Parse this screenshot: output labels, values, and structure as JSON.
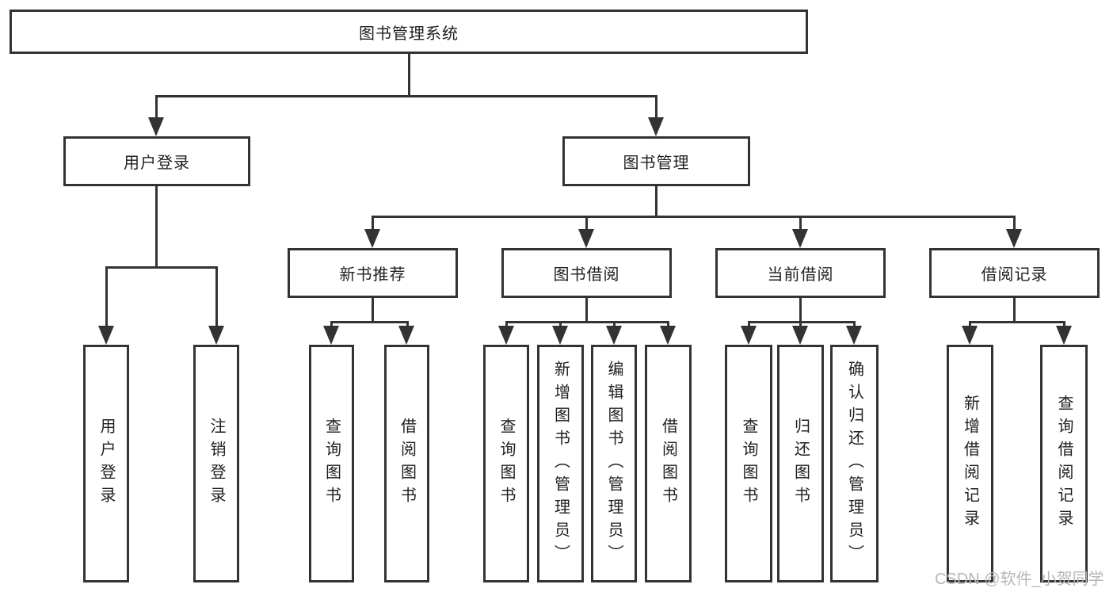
{
  "diagram": {
    "title": "图书管理系统",
    "branches": [
      {
        "label": "用户登录",
        "children": [
          {
            "label": "用户登录"
          },
          {
            "label": "注销登录"
          }
        ]
      },
      {
        "label": "图书管理",
        "children": [
          {
            "label": "新书推荐",
            "children": [
              {
                "label": "查询图书"
              },
              {
                "label": "借阅图书"
              }
            ]
          },
          {
            "label": "图书借阅",
            "children": [
              {
                "label": "查询图书"
              },
              {
                "label": "新增图书（管理员）"
              },
              {
                "label": "编辑图书（管理员）"
              },
              {
                "label": "借阅图书"
              }
            ]
          },
          {
            "label": "当前借阅",
            "children": [
              {
                "label": "查询图书"
              },
              {
                "label": "归还图书"
              },
              {
                "label": "确认归还（管理员）"
              }
            ]
          },
          {
            "label": "借阅记录",
            "children": [
              {
                "label": "新增借阅记录"
              },
              {
                "label": "查询借阅记录"
              }
            ]
          }
        ]
      }
    ]
  },
  "watermark": {
    "text": "CSDN @软件_小贺同学"
  },
  "colors": {
    "line": "#333333",
    "node_border": "#333333",
    "text": "#1f1f1f",
    "background": "#ffffff",
    "watermark": "#b6b6b6"
  }
}
